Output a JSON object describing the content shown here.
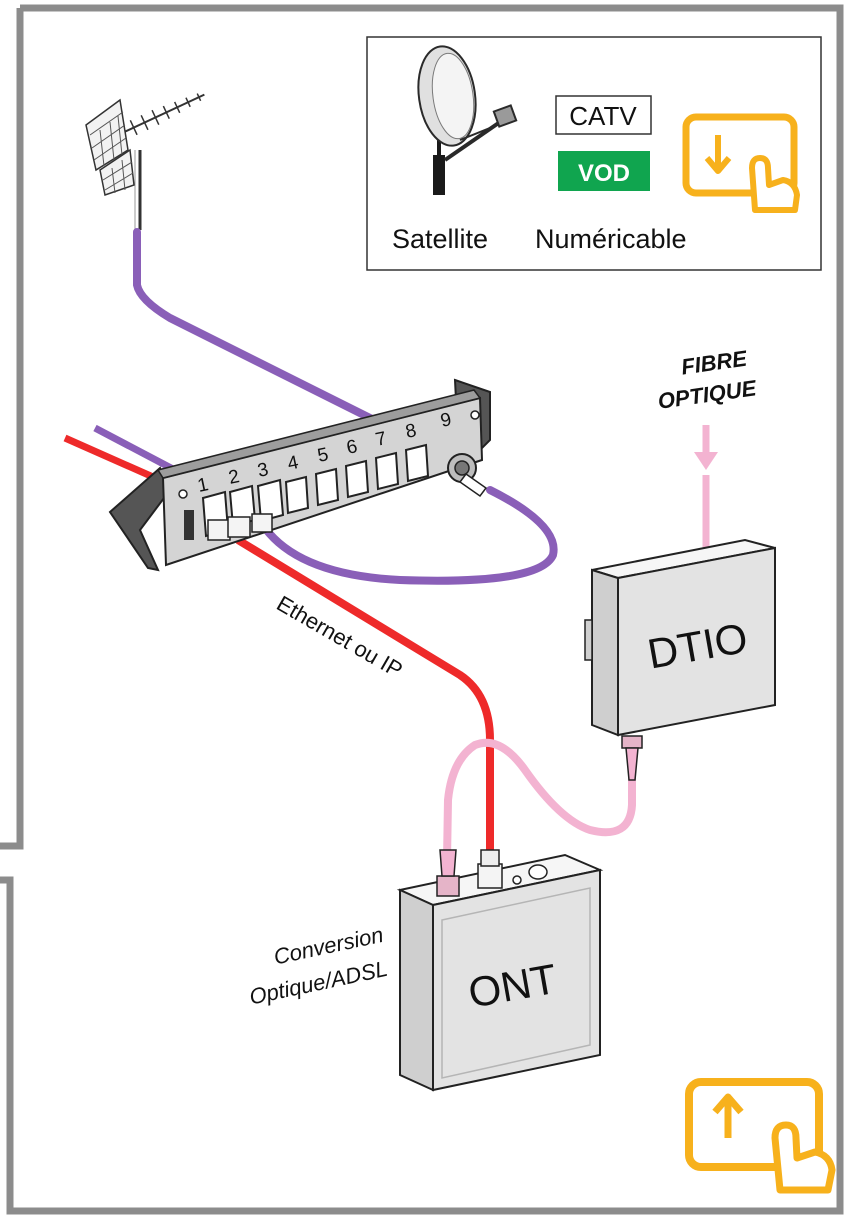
{
  "colors": {
    "frame": "#8c8c8c",
    "coax": "#8a5fb8",
    "ethernet": "#ee2a2a",
    "fibre": "#f3b3d1",
    "accent": "#f7b11c",
    "vod_bg": "#10a54f",
    "device_fill": "#e6e6e6",
    "device_stroke": "#3a3a3a"
  },
  "services": {
    "satellite_label": "Satellite",
    "catv_label": "CATV",
    "vod_label": "VOD",
    "numericable_label": "Numéricable"
  },
  "patch_panel": {
    "ports": [
      "1",
      "2",
      "3",
      "4",
      "5",
      "6",
      "7",
      "8",
      "9"
    ]
  },
  "fibre_label_line1": "FIBRE",
  "fibre_label_line2": "OPTIQUE",
  "ethernet_label": "Ethernet ou  IP",
  "dtio_label": "DTIO",
  "ont_label": "ONT",
  "conversion_line1": "Conversion",
  "conversion_line2": "Optique/ADSL",
  "icons": {
    "nav_down": "touch-scroll-down-icon",
    "nav_up": "touch-scroll-up-icon",
    "antenna": "tv-antenna-icon",
    "dish": "satellite-dish-icon"
  }
}
